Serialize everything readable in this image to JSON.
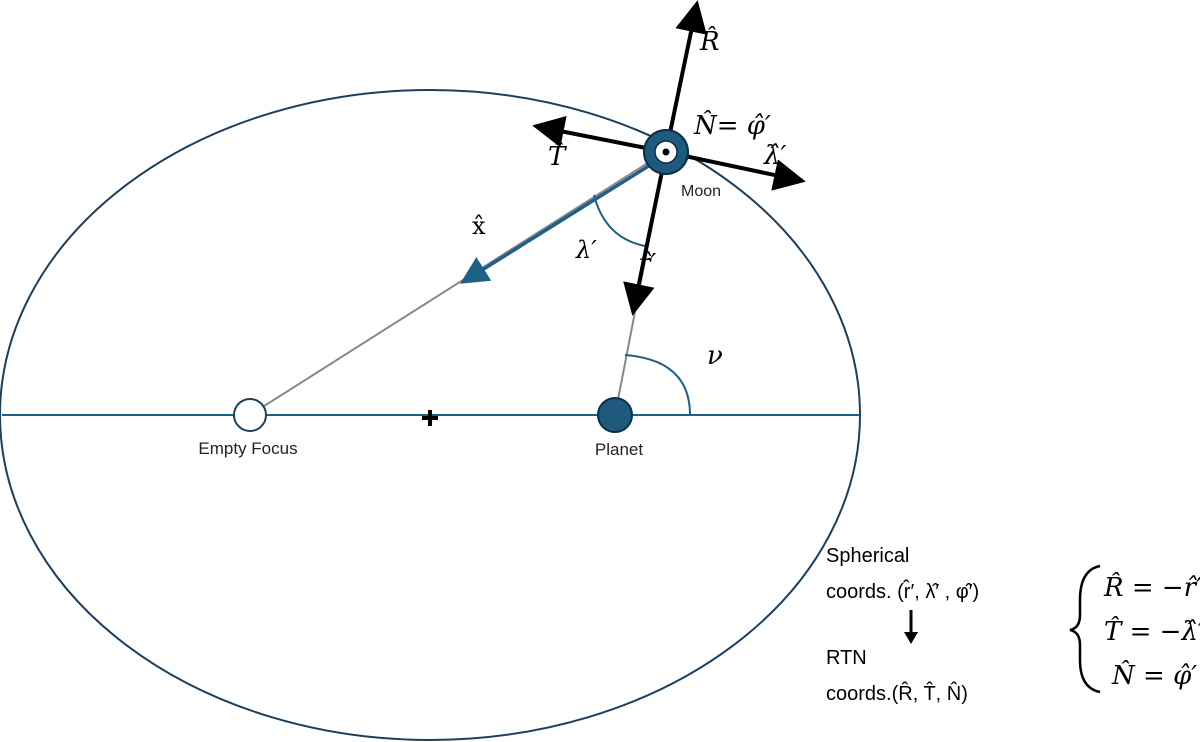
{
  "colors": {
    "orbit": "#1c3f5e",
    "accent": "#1f6088",
    "planet_fill": "#1d5a7d",
    "thin_line": "#888888",
    "arrow": "#000000"
  },
  "labels": {
    "empty_focus": "Empty Focus",
    "planet": "Planet",
    "moon": "Moon",
    "x_hat": "x̂",
    "lambda_prime": "λ′",
    "r_prime_hat": "r̂′",
    "nu": "ν",
    "R_hat": "R̂",
    "T_hat": "T̂",
    "N_hat_eq": "N̂= φ̂′",
    "lambda_prime_hat": "λ̂′"
  },
  "legend": {
    "line1": "Spherical",
    "line2": "coords. (r̂′, λ̂′ , φ̂′)",
    "line3": "RTN",
    "line4": "coords.(R̂, T̂, N̂)"
  },
  "equations": {
    "eq1": "R̂ = −r̂′",
    "eq2": "T̂ = −λ̂′",
    "eq3": "N̂ = φ̂′"
  },
  "icons": {
    "center_marker": "plus-icon",
    "transform_arrow": "arrow-down-icon"
  }
}
